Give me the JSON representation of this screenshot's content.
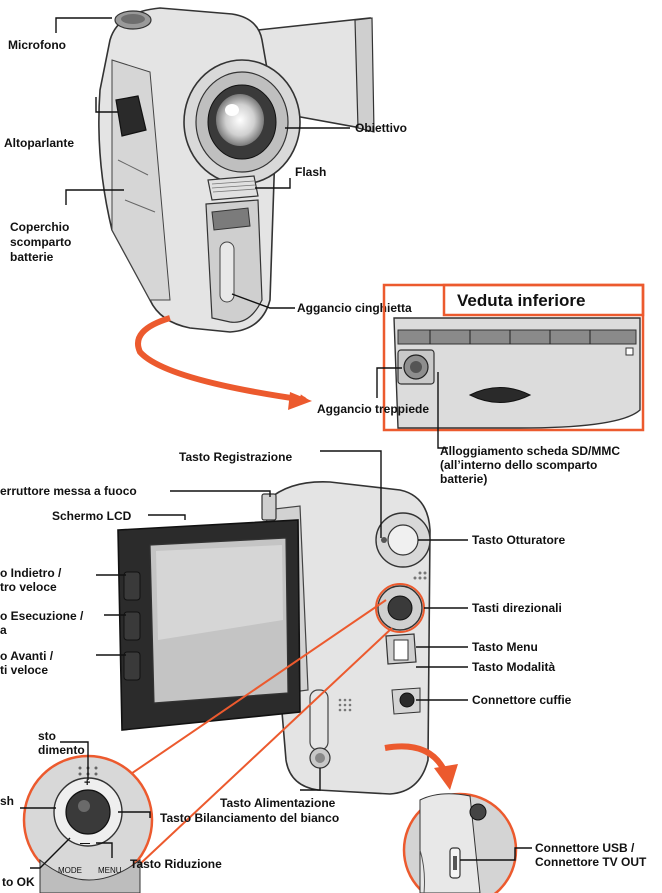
{
  "top_labels": {
    "microfono": "Microfono",
    "altoparlante": "Altoparlante",
    "coperchio_1": "Coperchio",
    "coperchio_2": "scomparto",
    "coperchio_3": "batterie",
    "obiettivo": "Obiettivo",
    "flash": "Flash",
    "aggancio_cinghietta": "Aggancio cinghietta",
    "veduta_inferiore": "Veduta inferiore",
    "aggancio_treppiede": "Aggancio treppiede",
    "sd_1": "Alloggiamento scheda SD/MMC",
    "sd_2": "(all’interno dello scomparto",
    "sd_3": "batterie)"
  },
  "bottom_labels": {
    "registrazione": "Tasto Registrazione",
    "interruttore": "erruttore messa a fuoco",
    "schermo": "Schermo LCD",
    "indietro_1": "o Indietro /",
    "indietro_2": "tro veloce",
    "esecuzione_1": "o Esecuzione /",
    "esecuzione_2": "a",
    "avanti_1": "o Avanti /",
    "avanti_2": "ti veloce",
    "otturatore": "Tasto Otturatore",
    "direzionali": "Tasti direzionali",
    "menu": "Tasto Menu",
    "modalita": "Tasto Modalità",
    "cuffie": "Connettore cuffie",
    "ingrandimento_1": "sto",
    "ingrandimento_2": "dimento",
    "flash_tasto": "sh",
    "bilanciamento": "Tasto Bilanciamento del bianco",
    "alimentazione": "Tasto Alimentazione",
    "riduzione": "Tasto Riduzione",
    "ok": "to OK",
    "usb_1": "Connettore USB /",
    "usb_2": "Connettore TV OUT"
  },
  "detail_text": {
    "mode": "MODE",
    "menu": "MENU",
    "plus": "+",
    "minus": "—"
  },
  "colors": {
    "accent": "#ec5a2e",
    "body": "#e4e4e4",
    "dark": "#2a2a2a"
  }
}
